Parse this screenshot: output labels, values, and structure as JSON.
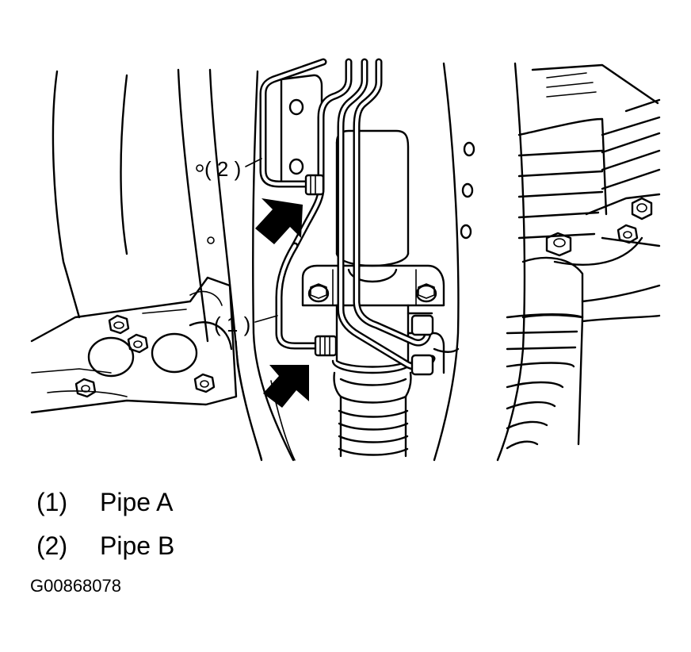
{
  "figure": {
    "callouts": [
      {
        "id": "1",
        "text": "( 1 )"
      },
      {
        "id": "2",
        "text": "( 2 )"
      }
    ]
  },
  "legend": [
    {
      "number": "(1)",
      "label": "Pipe A"
    },
    {
      "number": "(2)",
      "label": "Pipe B"
    }
  ],
  "figure_id": "G00868078"
}
